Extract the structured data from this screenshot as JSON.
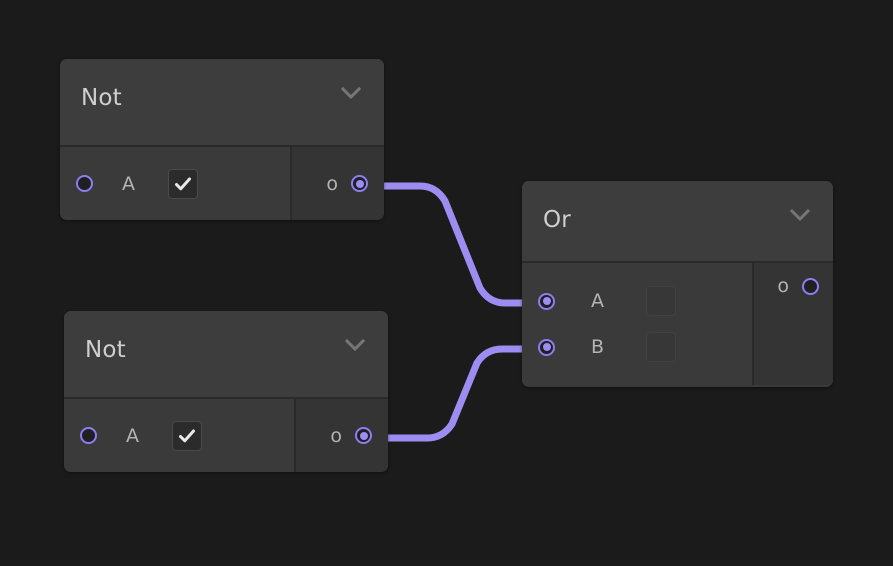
{
  "canvas": {
    "background_color": "#1b1b1b",
    "name": "node-graph-canvas"
  },
  "theme": {
    "node_background": "#3a3a3a",
    "node_header_background": "#3d3d3d",
    "output_section_background": "#343434",
    "divider_color": "#2a2a2a",
    "accent_color": "#8d7dee",
    "wire_color": "#9d8df1",
    "title_text_color": "#cfcfcf",
    "label_text_color": "#b4b4b4"
  },
  "nodes": [
    {
      "id": "not-1",
      "title": "Not",
      "collapse_icon": "chevron-down-icon",
      "inputs": [
        {
          "label": "A",
          "port_state": "unconnected",
          "control": "checkbox",
          "checkbox_value": true,
          "checkbox_glyph": "checkmark-icon"
        }
      ],
      "outputs": [
        {
          "label": "o",
          "port_state": "connected"
        }
      ]
    },
    {
      "id": "not-2",
      "title": "Not",
      "collapse_icon": "chevron-down-icon",
      "inputs": [
        {
          "label": "A",
          "port_state": "unconnected",
          "control": "checkbox",
          "checkbox_value": true,
          "checkbox_glyph": "checkmark-icon"
        }
      ],
      "outputs": [
        {
          "label": "o",
          "port_state": "connected"
        }
      ]
    },
    {
      "id": "or-1",
      "title": "Or",
      "collapse_icon": "chevron-down-icon",
      "inputs": [
        {
          "label": "A",
          "port_state": "connected",
          "control": "checkbox",
          "checkbox_value": false,
          "checkbox_glyph": ""
        },
        {
          "label": "B",
          "port_state": "connected",
          "control": "checkbox",
          "checkbox_value": false,
          "checkbox_glyph": ""
        }
      ],
      "outputs": [
        {
          "label": "o",
          "port_state": "unconnected"
        }
      ]
    }
  ],
  "connections": [
    {
      "id": "wire-not1-to-or-a",
      "from_node": "not-1",
      "from_port": "o",
      "to_node": "or-1",
      "to_port": "A"
    },
    {
      "id": "wire-not2-to-or-b",
      "from_node": "not-2",
      "from_port": "o",
      "to_node": "or-1",
      "to_port": "B"
    }
  ]
}
